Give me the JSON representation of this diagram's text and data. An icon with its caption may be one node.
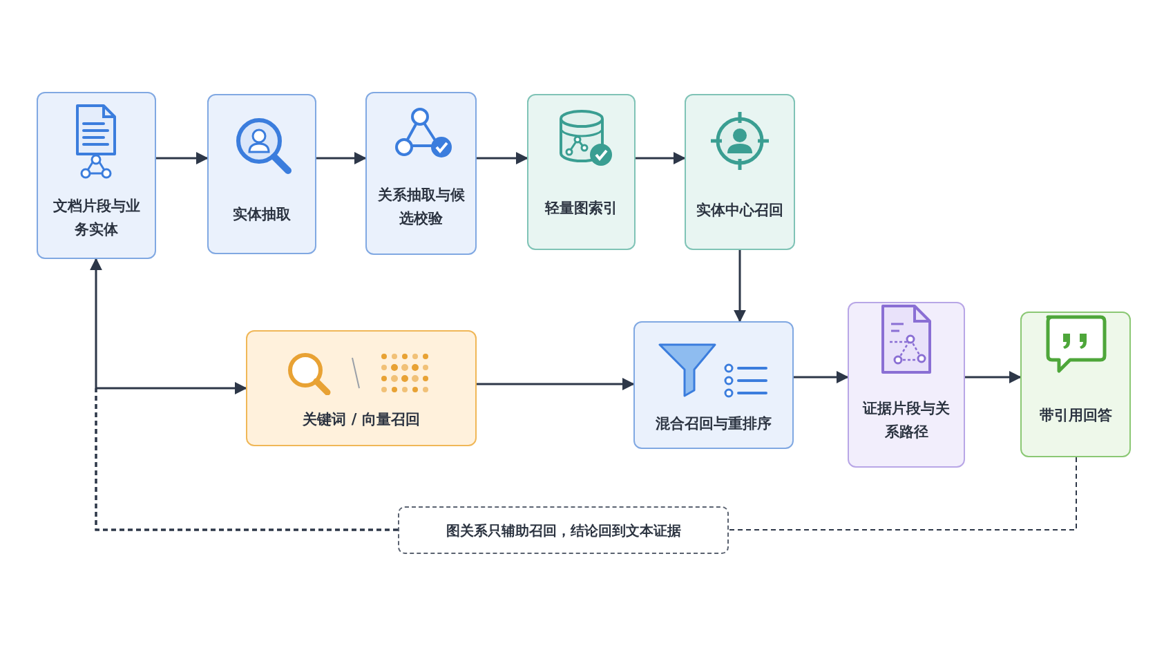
{
  "diagram": {
    "nodes": [
      {
        "text": [
          "文档片段与业务实体"
        ]
      },
      {
        "text": [
          "实体抽取"
        ]
      },
      {
        "text": [
          "关系抽取与候选校验"
        ]
      },
      {
        "text": [
          "轻量图索引"
        ]
      },
      {
        "text": [
          "实体中心召回"
        ]
      },
      {
        "text": [
          "关键词 / 向量召回"
        ]
      },
      {
        "text": [
          "混合召回与重排序"
        ]
      },
      {
        "text": [
          "证据片段与关系路径"
        ]
      },
      {
        "text": [
          "带引用回答"
        ]
      },
      {
        "text": [
          "图关系只辅助召回，结论回到文本证据"
        ]
      }
    ],
    "edges": [
      {
        "from": 0,
        "to": 1,
        "arrow": "to"
      },
      {
        "from": 1,
        "to": 2,
        "arrow": "to"
      },
      {
        "from": 2,
        "to": 3,
        "arrow": "to"
      },
      {
        "from": 3,
        "to": 4,
        "arrow": "to"
      },
      {
        "from": 4,
        "to": 6,
        "arrow": "to"
      },
      {
        "from": 5,
        "to": 6,
        "arrow": "to"
      },
      {
        "from": 6,
        "to": 7,
        "arrow": "to"
      },
      {
        "from": 7,
        "to": 8,
        "arrow": "to"
      },
      {
        "from": 8,
        "to": 9,
        "arrow": "none",
        "style": "dashed"
      },
      {
        "from": 9,
        "to": 0,
        "arrow": "to",
        "style": "dashed"
      },
      {
        "from": 9,
        "to": 5,
        "arrow": "to",
        "style": "dashed"
      }
    ]
  }
}
